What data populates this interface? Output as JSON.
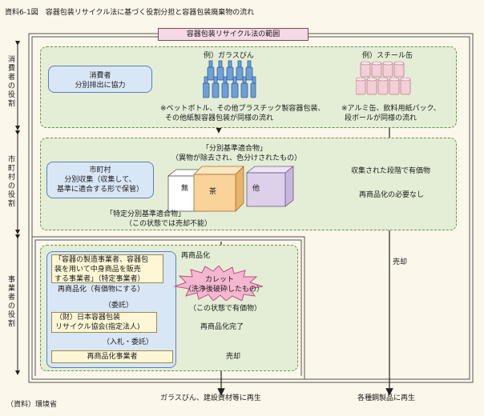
{
  "header": {
    "title": "資料6-1図　容器包装リサイクル法に基づく役割分担と容器包装廃棄物の流れ",
    "scope": "容器包装リサイクル法の範囲"
  },
  "roles": {
    "consumer": "消費者の役割",
    "municipality": "市町村の役割",
    "business": "事業者の役割"
  },
  "consumer": {
    "box_line1": "消費者",
    "box_line2": "分別排出に協力",
    "glass_label": "例）ガラスびん",
    "glass_note_line1": "※ペットボトル、その他プラスチック製容器包装、",
    "glass_note_line2": "その他紙製容器包装が同様の流れ",
    "steel_label": "例）スチール缶",
    "steel_note_line1": "※アルミ缶、飲料用紙パック、",
    "steel_note_line2": "段ボールが同様の流れ"
  },
  "municipality": {
    "box_line1": "市町村",
    "box_line2": "分別収集（収集して、",
    "box_line3": "基準に適合する形で保管）",
    "standard_line1": "「分別基準適合物」",
    "standard_line2": "（異物が除去され、色分けされたもの）",
    "cube_clear": "無",
    "cube_brown": "茶",
    "cube_other": "他",
    "specific_line1": "「特定分別基準適合物」",
    "specific_line2": "（この状態では売却不能）",
    "collected_value": "収集された段階で有価物",
    "no_recycle_needed": "再商品化の必要なし"
  },
  "business": {
    "obligor_line1": "「容器の製造事業者、容器包",
    "obligor_line2": "装を用いて中身商品を販売",
    "obligor_line3": "する事業者」（特定事業者）",
    "recycle_valuable": "再商品化（有価物にする）",
    "commission": "（委託）",
    "assoc_line1": "（財）日本容器包装",
    "assoc_line2": "リサイクル協会(指定法人)",
    "bid_commission": "（入札・委託）",
    "recycler": "再商品化事業者"
  },
  "flow": {
    "recycle": "再商品化",
    "cullet_line1": "カレット",
    "cullet_line2": "（洗浄後破砕したもの）",
    "cullet_valuable": "（この状態で有価物）",
    "recycle_complete": "再商品化完了",
    "sale_left": "売却",
    "sale_right": "売却",
    "result_left": "ガラスびん、建設資材等に再生",
    "result_right": "各種鋼製品に再生"
  },
  "footer": {
    "source": "（資料）環境省"
  },
  "colors": {
    "zone_fill": "#e4eed6",
    "zone_border": "#6c8f4a",
    "box_blue": "#d9e6f6",
    "scope_pink": "#f6d9e6",
    "bottle_blue": "#6f9fd8",
    "can_pink": "#f3cfd7",
    "cube_orange": "#f9d39a",
    "cube_purple": "#dcd0ea",
    "burst_pink": "#f4b7cf"
  },
  "icons": {
    "bottles": "glass-bottles-icon",
    "cans": "steel-cans-icon",
    "cubes": "sorted-cubes-icon",
    "burst": "cullet-burst-icon"
  }
}
